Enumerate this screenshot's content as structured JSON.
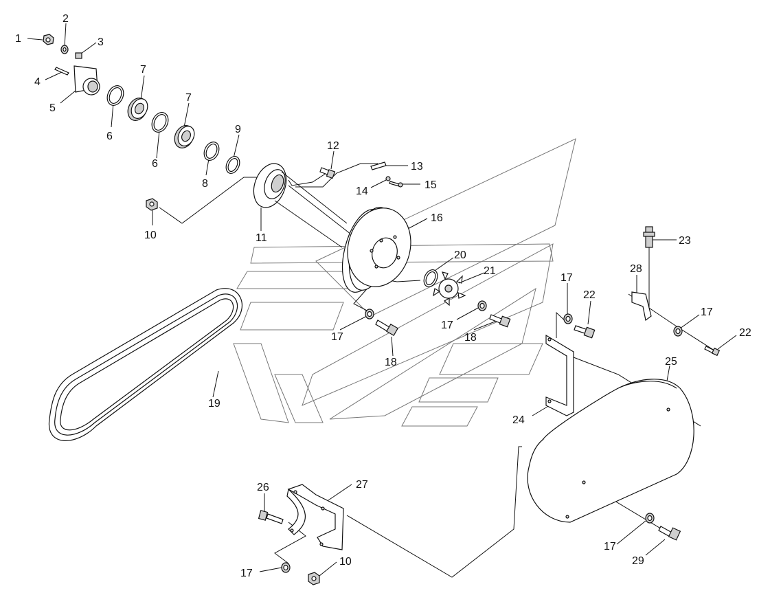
{
  "diagram": {
    "callouts": [
      {
        "id": "c1",
        "text": "1"
      },
      {
        "id": "c2",
        "text": "2"
      },
      {
        "id": "c3",
        "text": "3"
      },
      {
        "id": "c4",
        "text": "4"
      },
      {
        "id": "c5",
        "text": "5"
      },
      {
        "id": "c6a",
        "text": "6"
      },
      {
        "id": "c6b",
        "text": "6"
      },
      {
        "id": "c7a",
        "text": "7"
      },
      {
        "id": "c7b",
        "text": "7"
      },
      {
        "id": "c8",
        "text": "8"
      },
      {
        "id": "c9",
        "text": "9"
      },
      {
        "id": "c10a",
        "text": "10"
      },
      {
        "id": "c10b",
        "text": "10"
      },
      {
        "id": "c11",
        "text": "11"
      },
      {
        "id": "c12",
        "text": "12"
      },
      {
        "id": "c13",
        "text": "13"
      },
      {
        "id": "c14",
        "text": "14"
      },
      {
        "id": "c15",
        "text": "15"
      },
      {
        "id": "c16",
        "text": "16"
      },
      {
        "id": "c17a",
        "text": "17"
      },
      {
        "id": "c17b",
        "text": "17"
      },
      {
        "id": "c17c",
        "text": "17"
      },
      {
        "id": "c17d",
        "text": "17"
      },
      {
        "id": "c17e",
        "text": "17"
      },
      {
        "id": "c17f",
        "text": "17"
      },
      {
        "id": "c18a",
        "text": "18"
      },
      {
        "id": "c18b",
        "text": "18"
      },
      {
        "id": "c19",
        "text": "19"
      },
      {
        "id": "c20",
        "text": "20"
      },
      {
        "id": "c21",
        "text": "21"
      },
      {
        "id": "c22a",
        "text": "22"
      },
      {
        "id": "c22b",
        "text": "22"
      },
      {
        "id": "c23",
        "text": "23"
      },
      {
        "id": "c24",
        "text": "24"
      },
      {
        "id": "c25",
        "text": "25"
      },
      {
        "id": "c26",
        "text": "26"
      },
      {
        "id": "c27",
        "text": "27"
      },
      {
        "id": "c28",
        "text": "28"
      },
      {
        "id": "c29",
        "text": "29"
      }
    ]
  }
}
